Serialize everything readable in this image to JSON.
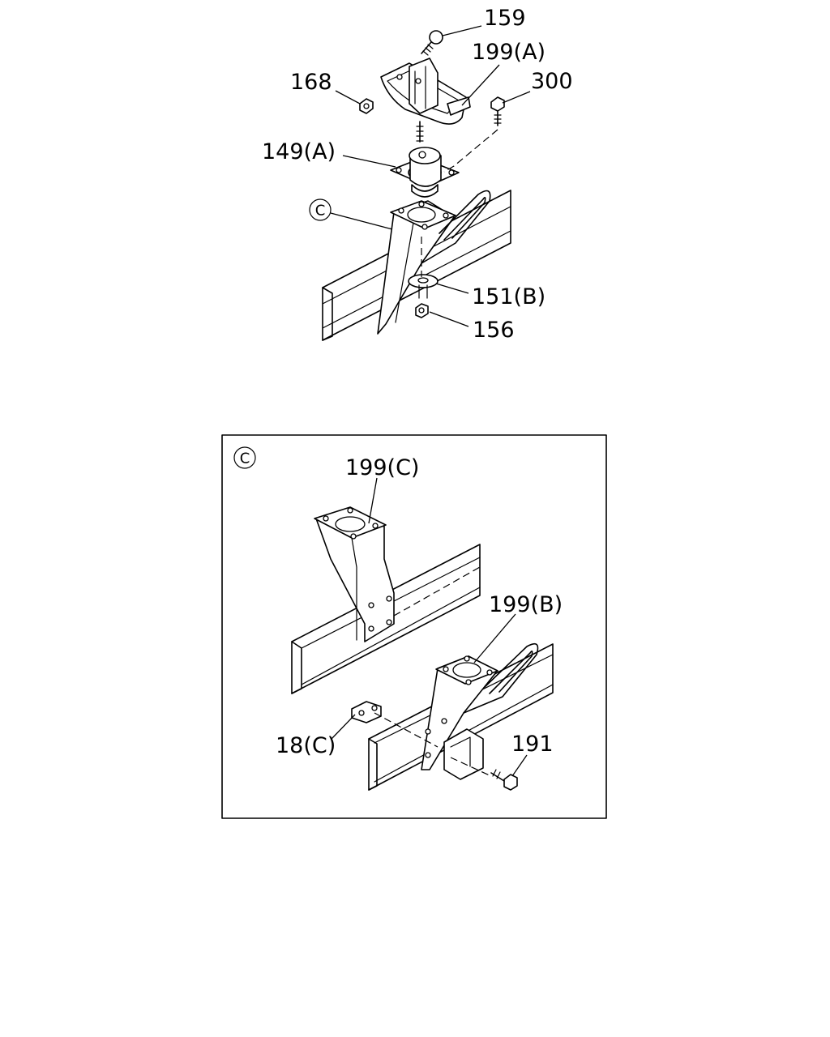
{
  "labels": {
    "p159": "159",
    "p199a": "199(A)",
    "p168": "168",
    "p300": "300",
    "p149a": "149(A)",
    "pC": "C",
    "p151b": "151(B)",
    "p156": "156",
    "detail_mark": "C",
    "p199c": "199(C)",
    "p199b": "199(B)",
    "p18c": "18(C)",
    "p191": "191"
  }
}
